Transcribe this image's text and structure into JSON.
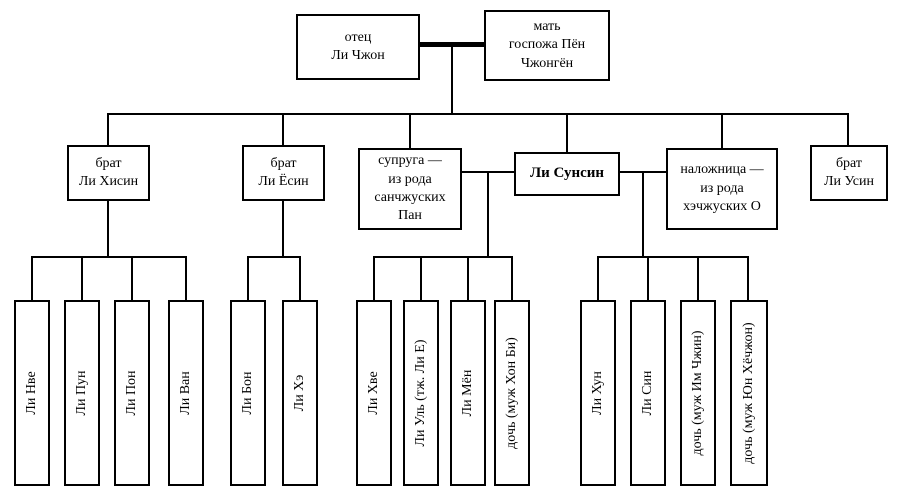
{
  "nodes": {
    "father": "отец\nЛи Чжон",
    "mother": "мать\nгоспожа Пён\nЧжонгён",
    "brother_hisin": "брат\nЛи Хисин",
    "brother_yosin": "брат\nЛи Ёсин",
    "wife": "супруга —\nиз рода\nсанчжуских\nПан",
    "li_sunsin": "Ли Сунсин",
    "concubine": "наложница —\nиз рода\nхэчжуских О",
    "brother_usin": "брат\nЛи Усин",
    "hisin_children": [
      "Ли Нве",
      "Ли Пун",
      "Ли Пон",
      "Ли Ван"
    ],
    "yosin_children": [
      "Ли Бон",
      "Ли Хэ"
    ],
    "wife_children": [
      "Ли Хве",
      "Ли Уль (тж. Ли Е)",
      "Ли Мён",
      "дочь (муж Хон Би)"
    ],
    "concubine_children": [
      "Ли Хун",
      "Ли Син",
      "дочь (муж Им Чжин)",
      "дочь (муж Юн Хёчжон)"
    ]
  },
  "colors": {
    "line": "#000000",
    "box_border": "#000000",
    "background": "#ffffff"
  }
}
